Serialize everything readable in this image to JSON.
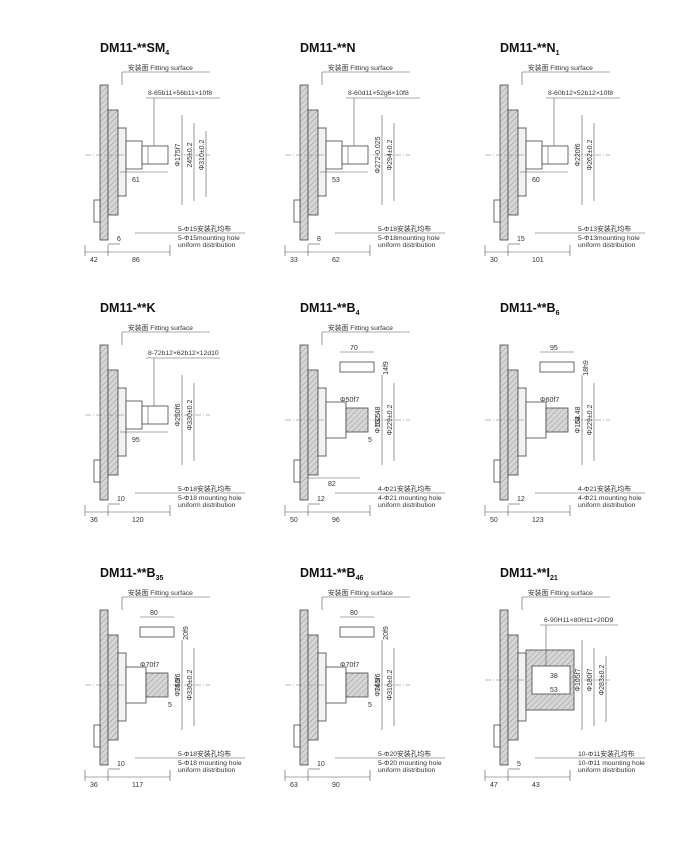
{
  "parts": [
    {
      "id": "sm4",
      "title": "DM11-**SM",
      "sub": "4",
      "type": "spline",
      "fitting_label": "安装面 Fitting surface",
      "spline_label": "8-65b11×56b11×10f8",
      "vdims": [
        "Φ175f7",
        "245±0.2",
        "Φ310±0.2"
      ],
      "shaft_len": "61",
      "holes_cn": "5-Φ15安装孔均布",
      "holes_en": "5-Φ15mounting hole",
      "holes_en2": "uniform distribution",
      "gap": "6",
      "bottom": [
        "42",
        "86"
      ]
    },
    {
      "id": "n",
      "title": "DM11-**N",
      "sub": "",
      "type": "spline",
      "fitting_label": "安装面 Fitting surface",
      "spline_label": "8-60d11×52g6×10f8",
      "vdims": [
        "Φ272-0.025",
        "Φ294±0.2"
      ],
      "shaft_len": "53",
      "holes_cn": "5-Φ18安装孔均布",
      "holes_en": "5-Φ18mounting hole",
      "holes_en2": "uniform distribution",
      "gap": "8",
      "bottom": [
        "33",
        "62"
      ]
    },
    {
      "id": "n1",
      "title": "DM11-**N",
      "sub": "1",
      "type": "spline",
      "fitting_label": "安装面 Fitting surface",
      "spline_label": "8-60b12×52b12×10f8",
      "vdims": [
        "Φ220f6",
        "Φ262±0.2"
      ],
      "shaft_len": "60",
      "holes_cn": "5-Φ13安装孔均布",
      "holes_en": "5-Φ13mounting hole",
      "holes_en2": "uniform distribution",
      "gap": "15",
      "bottom": [
        "30",
        "101"
      ]
    },
    {
      "id": "k",
      "title": "DM11-**K",
      "sub": "",
      "type": "spline",
      "fitting_label": "安装面 Fitting surface",
      "spline_label": "8-72b12×62b12×12d10",
      "vdims": [
        "Φ250f6",
        "Φ330±0.2"
      ],
      "shaft_len": "95",
      "holes_cn": "5-Φ18安装孔均布",
      "holes_en": "5-Φ18 mounting hole",
      "holes_en2": "uniform distribution",
      "gap": "10",
      "bottom": [
        "36",
        "120"
      ]
    },
    {
      "id": "b4",
      "title": "DM11-**B",
      "sub": "4",
      "type": "keyed",
      "fitting_label": "安装面 Fitting surface",
      "key_len": "70",
      "key_w": "14f9",
      "shaft_dia": "Φ50f7",
      "key_h": "53.5",
      "key_edge": "5",
      "vdims": [
        "Φ152.48",
        "Φ229±0.2"
      ],
      "holes_cn": "4-Φ21安装孔均布",
      "holes_en": "4-Φ21 mounting hole",
      "holes_en2": "uniform distribution",
      "mid": "82",
      "gap": "12",
      "bottom": [
        "50",
        "96"
      ]
    },
    {
      "id": "b6",
      "title": "DM11-**B",
      "sub": "6",
      "type": "keyed",
      "fitting_label": "",
      "key_len": "95",
      "key_w": "18h9",
      "shaft_dia": "Φ60f7",
      "key_h": "64",
      "key_edge": "",
      "vdims": [
        "Φ152.48",
        "Φ229±0.2"
      ],
      "holes_cn": "4-Φ21安装孔均布",
      "holes_en": "4-Φ21 mounting hole",
      "holes_en2": "uniform distribution",
      "mid": "",
      "gap": "12",
      "bottom": [
        "50",
        "123"
      ]
    },
    {
      "id": "b35",
      "title": "DM11-**B",
      "sub": "35",
      "type": "keyed",
      "fitting_label": "安装面 Fitting surface",
      "key_len": "80",
      "key_w": "20f9",
      "shaft_dia": "Φ70f7",
      "key_h": "74.5",
      "key_edge": "5",
      "vdims": [
        "Φ250f6",
        "Φ330±0.2"
      ],
      "holes_cn": "5-Φ18安装孔均布",
      "holes_en": "5-Φ18 mounting hole",
      "holes_en2": "uniform distribution",
      "mid": "",
      "gap": "10",
      "bottom": [
        "36",
        "117"
      ]
    },
    {
      "id": "b46",
      "title": "DM11-**B",
      "sub": "46",
      "type": "keyed",
      "fitting_label": "安装面 Fitting surface",
      "key_len": "80",
      "key_w": "20f9",
      "shaft_dia": "Φ70f7",
      "key_h": "74.5",
      "key_edge": "5",
      "vdims": [
        "Φ265f6",
        "Φ310±0.2"
      ],
      "holes_cn": "5-Φ20安装孔均布",
      "holes_en": "5-Φ20 mounting hole",
      "holes_en2": "uniform distribution",
      "mid": "",
      "gap": "10",
      "bottom": [
        "63",
        "90"
      ]
    },
    {
      "id": "i21",
      "title": "DM11-**I",
      "sub": "21",
      "type": "bore",
      "fitting_label": "安装面 Fitting surface",
      "spline_label": "6-90H11×80H11×20D9",
      "bore_a": "38",
      "bore_b": "53",
      "vdims": [
        "Φ105f7",
        "Φ180f7",
        "Φ283±0.2"
      ],
      "holes_cn": "10-Φ11安装孔均布",
      "holes_en": "10-Φ11 mounting hole",
      "holes_en2": "uniform distribution",
      "gap": "5",
      "bottom": [
        "47",
        "43"
      ]
    }
  ]
}
